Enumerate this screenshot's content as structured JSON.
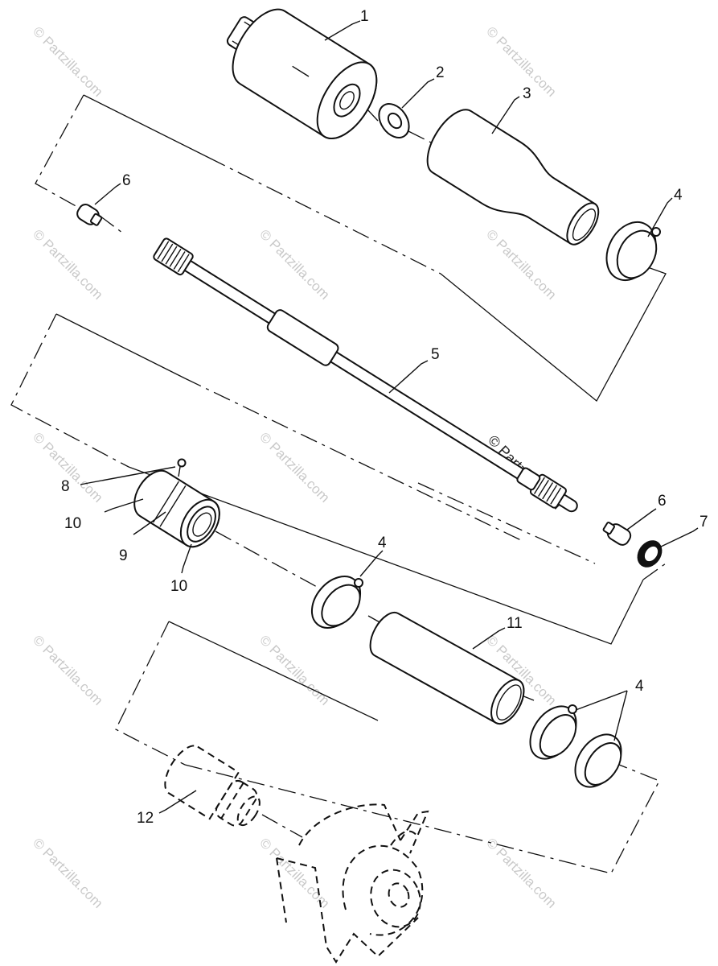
{
  "watermark": "© Partzilla.com",
  "callouts": {
    "c1": "1",
    "c2": "2",
    "c3": "3",
    "c4a": "4",
    "c4b": "4",
    "c4c": "4",
    "c5": "5",
    "c6a": "6",
    "c6b": "6",
    "c7": "7",
    "c8": "8",
    "c9": "9",
    "c10a": "10",
    "c10b": "10",
    "c11": "11",
    "c12": "12"
  }
}
